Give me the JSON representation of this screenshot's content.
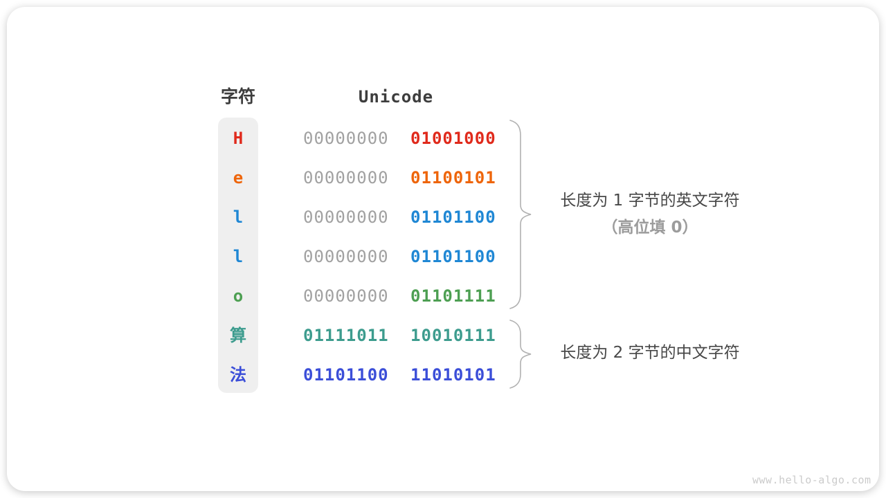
{
  "table": {
    "char_header": "字符",
    "unicode_header": "Unicode",
    "dim_color": "#a1a1a1",
    "rows": [
      {
        "char": "H",
        "char_color": "#e02a1c",
        "bytes": [
          {
            "text": "00000000",
            "color": "#a1a1a1"
          },
          {
            "text": "01001000",
            "color": "#e02a1c"
          }
        ]
      },
      {
        "char": "e",
        "char_color": "#ee650a",
        "bytes": [
          {
            "text": "00000000",
            "color": "#a1a1a1"
          },
          {
            "text": "01100101",
            "color": "#ee650a"
          }
        ]
      },
      {
        "char": "l",
        "char_color": "#1f87d4",
        "bytes": [
          {
            "text": "00000000",
            "color": "#a1a1a1"
          },
          {
            "text": "01101100",
            "color": "#1f87d4"
          }
        ]
      },
      {
        "char": "l",
        "char_color": "#1f87d4",
        "bytes": [
          {
            "text": "00000000",
            "color": "#a1a1a1"
          },
          {
            "text": "01101100",
            "color": "#1f87d4"
          }
        ]
      },
      {
        "char": "o",
        "char_color": "#4d9f52",
        "bytes": [
          {
            "text": "00000000",
            "color": "#a1a1a1"
          },
          {
            "text": "01101111",
            "color": "#4d9f52"
          }
        ]
      },
      {
        "char": "算",
        "char_color": "#3d9c8e",
        "bytes": [
          {
            "text": "01111011",
            "color": "#3d9c8e"
          },
          {
            "text": "10010111",
            "color": "#3d9c8e"
          }
        ]
      },
      {
        "char": "法",
        "char_color": "#3b4ed8",
        "bytes": [
          {
            "text": "01101100",
            "color": "#3b4ed8"
          },
          {
            "text": "11010101",
            "color": "#3b4ed8"
          }
        ]
      }
    ]
  },
  "annotations": {
    "group1_line1": "长度为 1 字节的英文字符",
    "group1_line2": "（高位填 0）",
    "group2_line1": "长度为 2 字节的中文字符"
  },
  "watermark": "www.hello-algo.com"
}
